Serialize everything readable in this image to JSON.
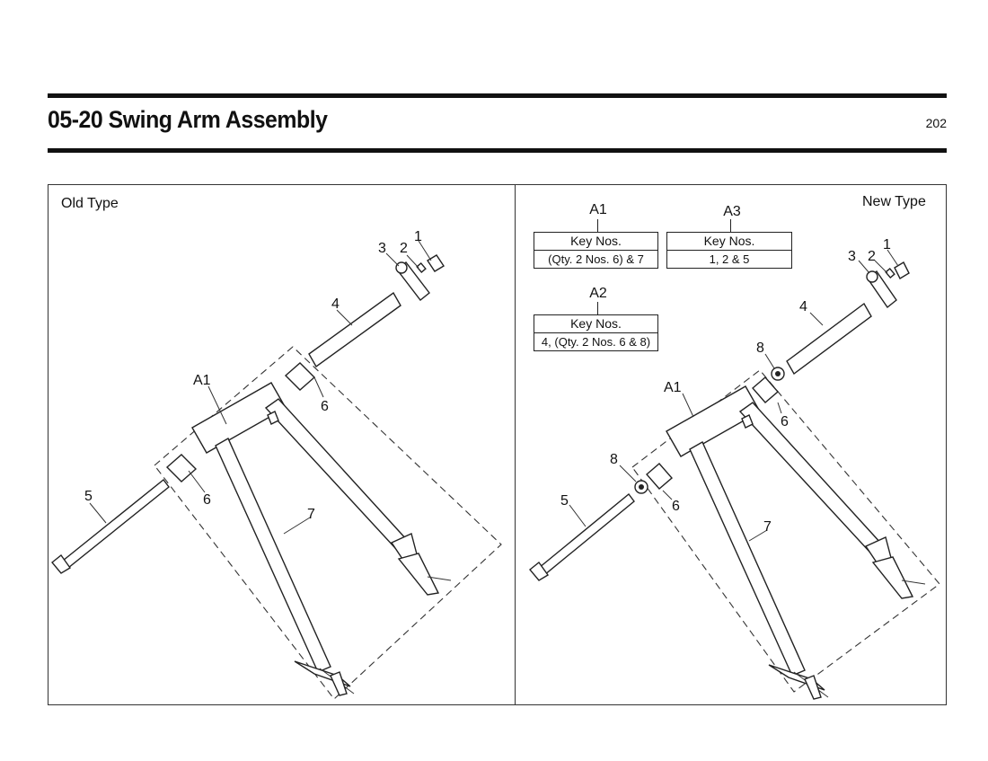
{
  "header": {
    "title": "05-20 Swing Arm Assembly",
    "page_number": "202"
  },
  "left_panel": {
    "title": "Old Type",
    "callouts": {
      "a1": "A1",
      "p1": "1",
      "p2": "2",
      "p3": "3",
      "p4": "4",
      "p5": "5",
      "p6a": "6",
      "p6b": "6",
      "p7": "7"
    }
  },
  "right_panel": {
    "title": "New Type",
    "key_boxes": [
      {
        "id": "A1",
        "header": "Key Nos.",
        "value": "(Qty. 2 Nos. 6) & 7"
      },
      {
        "id": "A3",
        "header": "Key Nos.",
        "value": "1, 2 & 5"
      },
      {
        "id": "A2",
        "header": "Key Nos.",
        "value": "4, (Qty. 2 Nos. 6 & 8)"
      }
    ],
    "callouts": {
      "a1": "A1",
      "p1": "1",
      "p2": "2",
      "p3": "3",
      "p4": "4",
      "p5": "5",
      "p6a": "6",
      "p6b": "6",
      "p7": "7",
      "p8a": "8",
      "p8b": "8"
    }
  }
}
